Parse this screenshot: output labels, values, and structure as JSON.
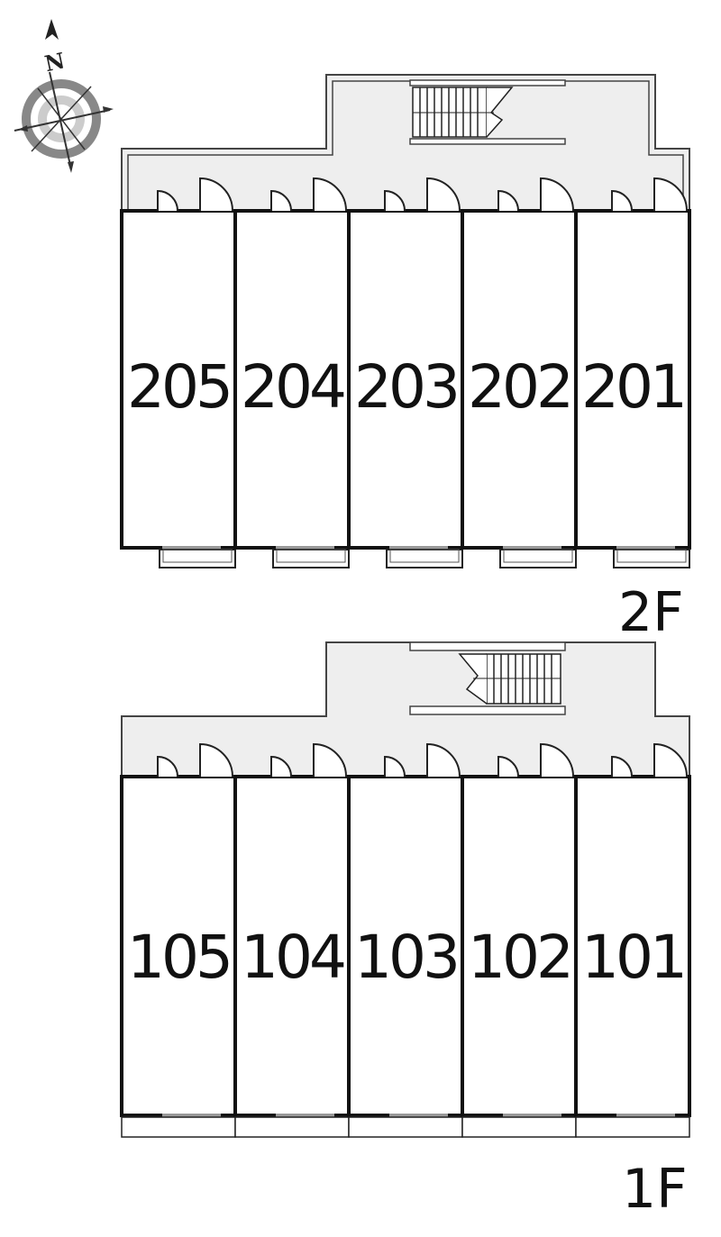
{
  "compass": {
    "north_label": "N",
    "icon": "compass-icon"
  },
  "colors": {
    "corridor": "#eeeeee",
    "wall": "#111111",
    "outline": "#444444"
  },
  "floors": [
    {
      "label": "2F",
      "units": [
        "205",
        "204",
        "203",
        "202",
        "201"
      ],
      "stair_position": "top-center",
      "has_balconies": true
    },
    {
      "label": "1F",
      "units": [
        "105",
        "104",
        "103",
        "102",
        "101"
      ],
      "stair_position": "top-center",
      "has_balconies": false
    }
  ]
}
